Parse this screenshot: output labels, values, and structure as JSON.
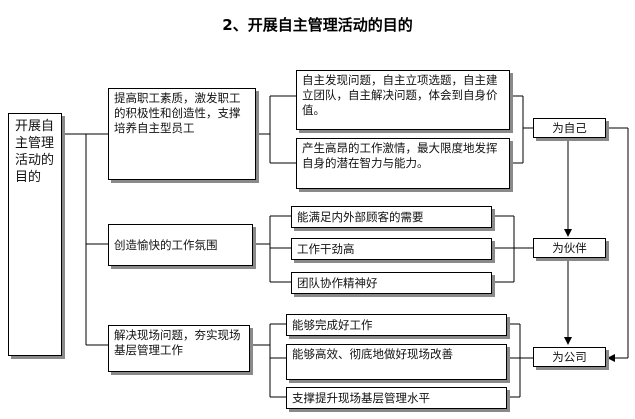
{
  "title": "2、开展自主管理活动的目的",
  "root": "开展自主管理活动的目的",
  "purposes": [
    "提高职工素质，激发职工的积极性和创造性，支撑培养自主型员工",
    "创造愉快的工作氛围",
    "解决现场问题，夯实现场基层管理工作"
  ],
  "details": [
    "自主发现问题，自主立项选题，自主建立团队，自主解决问题，体会到自身价值。",
    "产生高昂的工作激情，最大限度地发挥自身的潜在智力与能力。",
    "能满足内外部顾客的需要",
    "工作干劲高",
    "团队协作精神好",
    "能够完成好工作",
    "能够高效、彻底地做好现场改善",
    "支撑提升现场基层管理水平"
  ],
  "beneficiaries": [
    "为自己",
    "为伙伴",
    "为公司"
  ]
}
